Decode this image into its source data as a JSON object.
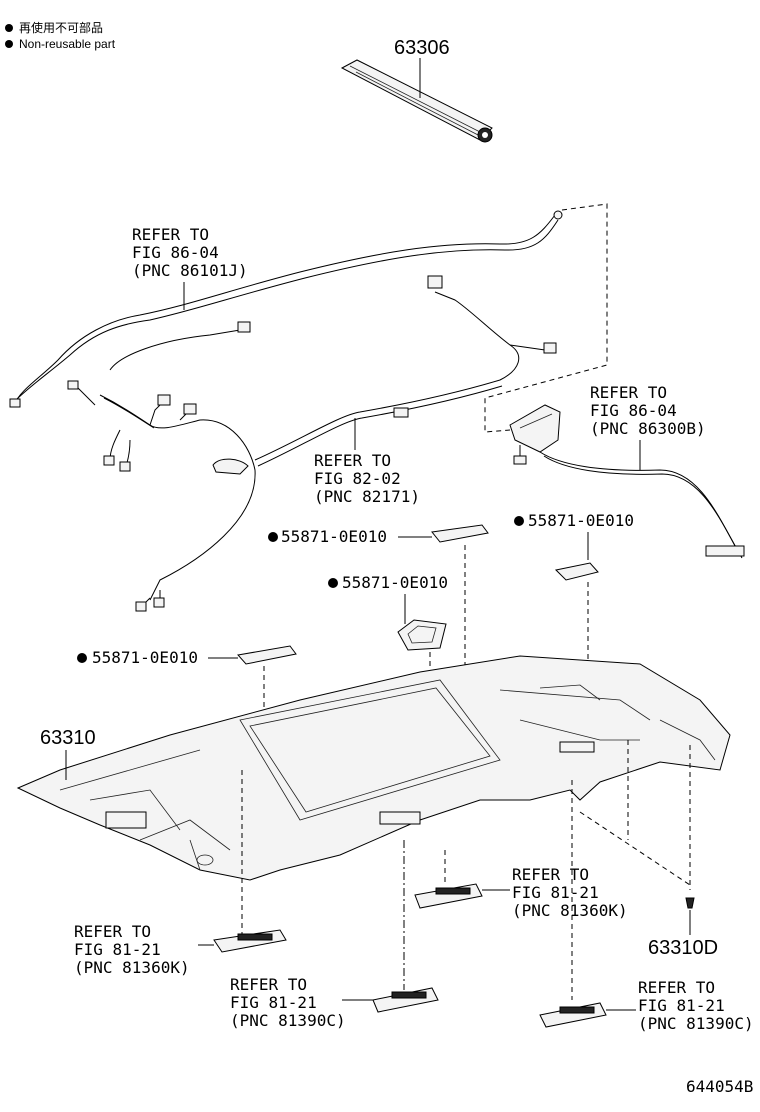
{
  "legend": {
    "line_cn": "再使用不可部品",
    "line_en": "Non-reusable part"
  },
  "parts": {
    "p63306": "63306",
    "p63310": "63310",
    "p63310D": "63310D",
    "clip_a": "55871-0E010",
    "clip_b": "55871-0E010",
    "clip_c": "55871-0E010",
    "clip_d": "55871-0E010"
  },
  "refs": {
    "r1": [
      "REFER TO",
      "FIG 86-04",
      "(PNC 86101J)"
    ],
    "r2": [
      "REFER TO",
      "FIG 82-02",
      "(PNC 82171)"
    ],
    "r3": [
      "REFER TO",
      "FIG 86-04",
      "(PNC 86300B)"
    ],
    "r4": [
      "REFER TO",
      "FIG 81-21",
      "(PNC 81360K)"
    ],
    "r5": [
      "REFER TO",
      "FIG 81-21",
      "(PNC 81360K)"
    ],
    "r6": [
      "REFER TO",
      "FIG 81-21",
      "(PNC 81390C)"
    ],
    "r7": [
      "REFER TO",
      "FIG 81-21",
      "(PNC 81390C)"
    ]
  },
  "figure_id": "644054B"
}
